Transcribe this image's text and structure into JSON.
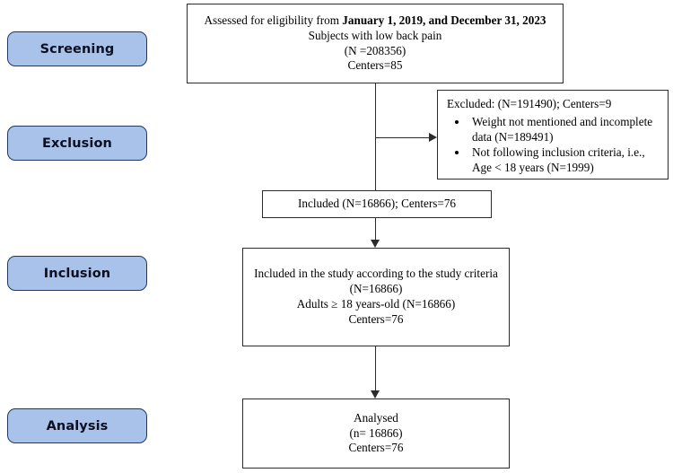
{
  "diagram": {
    "type": "participant-flow-diagram",
    "stages": [
      {
        "id": "screening",
        "label": "Screening"
      },
      {
        "id": "exclusion",
        "label": "Exclusion"
      },
      {
        "id": "inclusion",
        "label": "Inclusion"
      },
      {
        "id": "analysis",
        "label": "Analysis"
      }
    ],
    "boxes": {
      "assessed": {
        "line1_prefix": "Assessed for eligibility from ",
        "line1_bold": "January 1, 2019, and December 31, 2023",
        "line2": "Subjects with low back pain",
        "line3": "(N =208356)",
        "line4": "Centers=85"
      },
      "excluded": {
        "heading": "Excluded: (N=191490); Centers=9",
        "bullets": [
          "Weight not mentioned and incomplete data (N=189491)",
          "Not following inclusion criteria, i.e., Age < 18 years (N=1999)"
        ]
      },
      "included_summary": {
        "line1": "Included (N=16866); Centers=76"
      },
      "included_detail": {
        "line1": "Included in the study according to the study criteria",
        "line2": "(N=16866)",
        "line3": "Adults ≥ 18 years-old (N=16866)",
        "line4": "Centers=76"
      },
      "analysed": {
        "line1": "Analysed",
        "line2": "(n= 16866)",
        "line3": "Centers=76"
      }
    },
    "colors": {
      "stage_fill": "#a8c2ea",
      "stage_border": "#1f3864",
      "box_border": "#2b2b2b",
      "connector": "#2b2b2b",
      "text": "#000000",
      "background": "#ffffff"
    }
  }
}
